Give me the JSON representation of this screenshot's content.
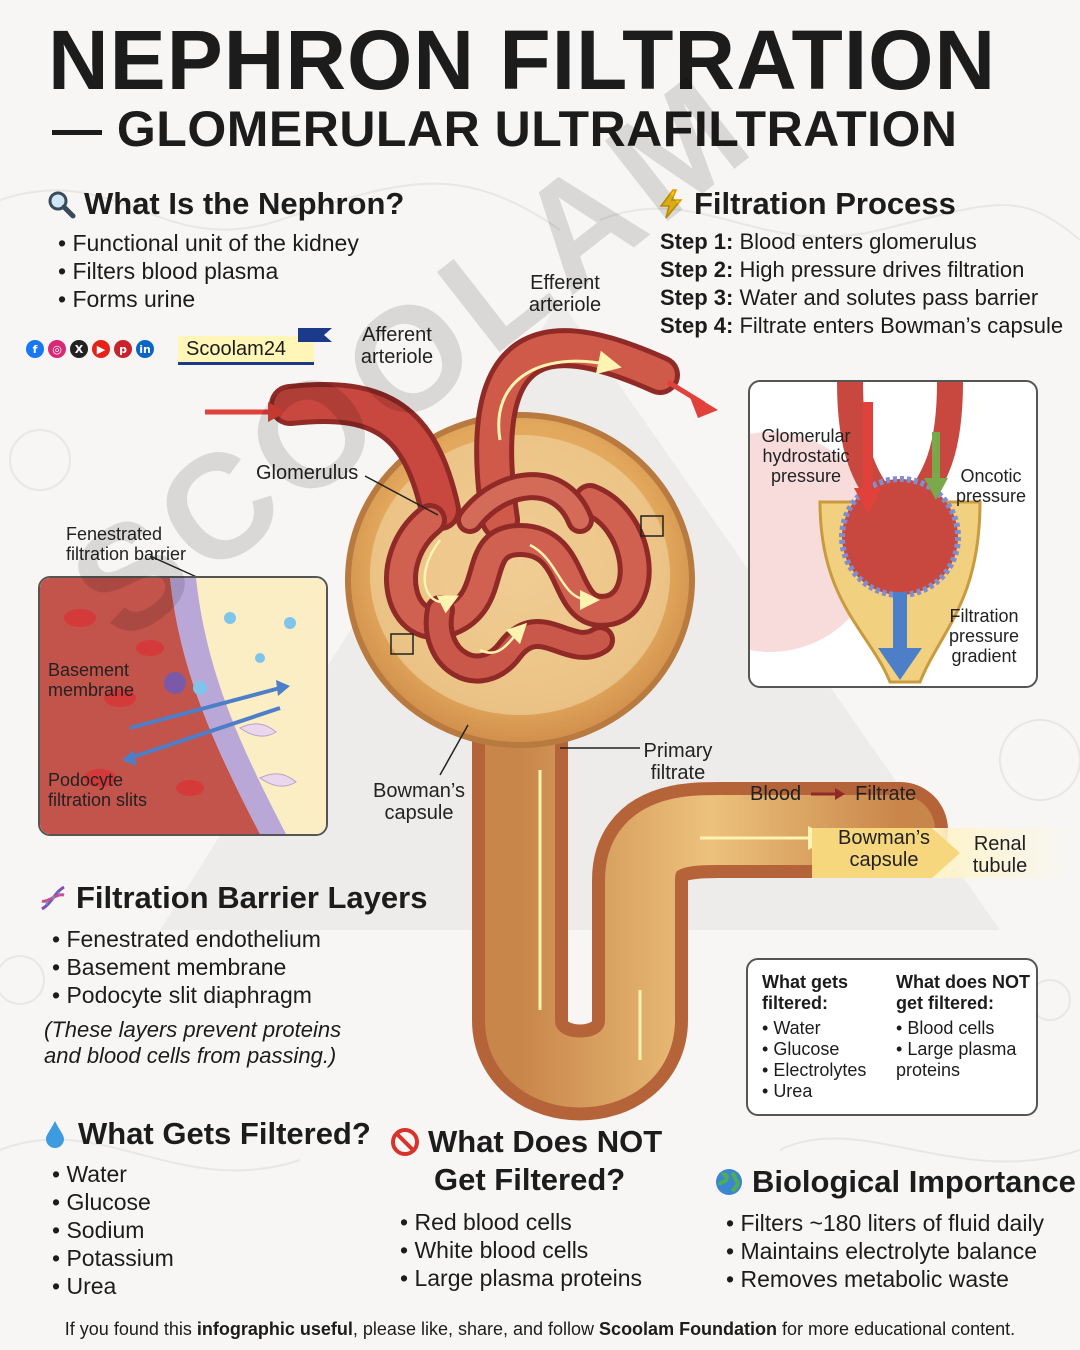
{
  "title": {
    "line1": "NEPHRON FILTRATION",
    "line2": "— GLOMERULAR ULTRAFILTRATION"
  },
  "what_is": {
    "heading": "What Is the Nephron?",
    "icon": "magnifier-icon",
    "items": [
      "Functional unit of the kidney",
      "Filters blood plasma",
      "Forms urine"
    ]
  },
  "brand": {
    "social_icons": [
      "facebook-icon",
      "instagram-icon",
      "x-icon",
      "youtube-icon",
      "pinterest-icon",
      "linkedin-icon"
    ],
    "handle": "Scoolam24"
  },
  "process": {
    "heading": "Filtration Process",
    "icon": "lightning-icon",
    "steps": [
      {
        "label": "Step 1:",
        "text": "Blood enters glomerulus"
      },
      {
        "label": "Step 2:",
        "text": "High pressure drives filtration"
      },
      {
        "label": "Step 3:",
        "text": "Water and solutes pass barrier"
      },
      {
        "label": "Step 4:",
        "text": "Filtrate enters Bowman’s capsule"
      }
    ]
  },
  "diagram": {
    "afferent": "Afferent\narteriole",
    "efferent": "Efferent\narteriole",
    "glomerulus": "Glomerulus",
    "bowmans": "Bowman’s\ncapsule",
    "primary_filtrate": "Primary\nfiltrate",
    "watermark": "SCOOLAM"
  },
  "barrier_inset": {
    "fenestrated": "Fenestrated\nfiltration barrier",
    "basement": "Basement\nmembrane",
    "podocyte": "Podocyte\nfiltration slits"
  },
  "pressure_inset": {
    "hydrostatic": "Glomerular\nhydrostatic\npressure",
    "oncotic": "Oncotic\npressure",
    "gradient": "Filtration\npressure\ngradient"
  },
  "flow": {
    "blood": "Blood",
    "filtrate": "Filtrate",
    "bowmans": "Bowman’s\ncapsule",
    "tubule": "Renal\ntubule"
  },
  "legend": {
    "gets_heading": "What gets\nfiltered:",
    "gets_items": [
      "Water",
      "Glucose",
      "Electrolytes",
      "Urea"
    ],
    "not_heading": "What does NOT\nget filtered:",
    "not_items": [
      "Blood cells",
      "Large plasma\nproteins"
    ]
  },
  "barrier_layers": {
    "heading": "Filtration Barrier Layers",
    "icon": "dna-icon",
    "items": [
      "Fenestrated endothelium",
      "Basement membrane",
      "Podocyte slit diaphragm"
    ],
    "note": "(These layers prevent proteins\nand blood cells from passing.)"
  },
  "gets_filtered": {
    "heading": "What Gets Filtered?",
    "icon": "droplet-icon",
    "items": [
      "Water",
      "Glucose",
      "Sodium",
      "Potassium",
      "Urea"
    ]
  },
  "not_filtered": {
    "heading1": "What Does NOT",
    "heading2": "Get Filtered?",
    "icon": "prohibited-icon",
    "items": [
      "Red blood cells",
      "White blood cells",
      "Large plasma proteins"
    ]
  },
  "importance": {
    "heading": "Biological Importance",
    "icon": "globe-icon",
    "items": [
      "Filters ~180 liters of fluid daily",
      "Maintains electrolyte balance",
      "Removes metabolic waste"
    ]
  },
  "footer": {
    "pre": "If you found this ",
    "bold1": "infographic useful",
    "mid": ", please like, share, and follow ",
    "bold2": "Scoolam Foundation",
    "post": " for more educational content."
  },
  "colors": {
    "vessel": "#c8473f",
    "vessel_dark": "#8f2a26",
    "capsule": "#e7b765",
    "arrow_red": "#e0413a",
    "arrow_blue": "#4d7fc9",
    "arrow_green": "#7aa84a"
  }
}
